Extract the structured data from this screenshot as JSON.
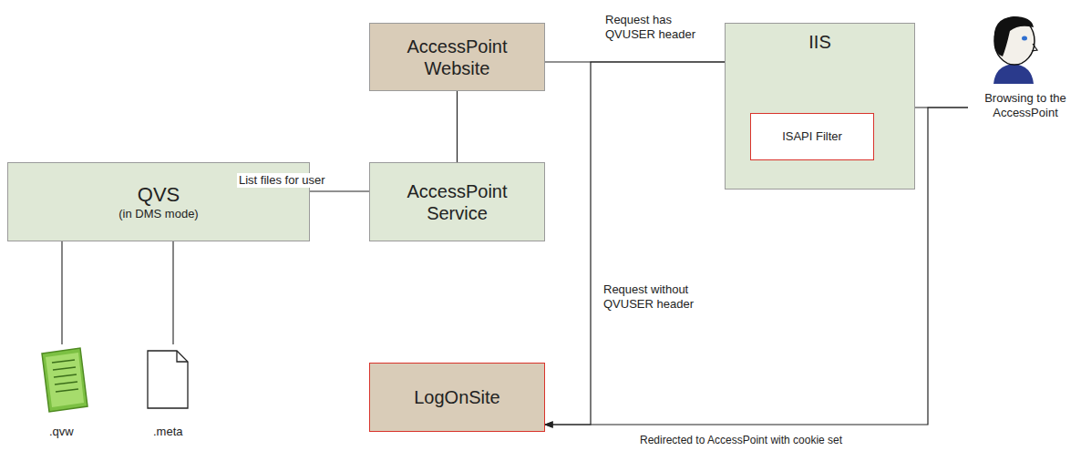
{
  "diagram": {
    "nodes": [
      {
        "text": [
          "AccessPoint Website"
        ]
      },
      {
        "text": [
          "IIS"
        ]
      },
      {
        "text": [
          "ISAPI Filter"
        ],
        "in": 1
      },
      {
        "text": [
          "Browsing to the AccessPoint"
        ]
      },
      {
        "text": [
          "QVS",
          "(in DMS mode)"
        ]
      },
      {
        "text": [
          "AccessPoint Service"
        ]
      },
      {
        "text": [
          "LogOnSite"
        ]
      }
    ],
    "edges": [
      {
        "from": 0,
        "to": 1,
        "label": "Request has QVUSER header",
        "arrow": "none"
      },
      {
        "from": 0,
        "to": 5,
        "arrow": "none"
      },
      {
        "from": 1,
        "to": 3,
        "arrow": "none"
      },
      {
        "from": 4,
        "to": 5,
        "label": "List files for user",
        "arrow": "none"
      },
      {
        "from": 1,
        "to": 6,
        "label": "Request without QVUSER header",
        "arrow": "to"
      },
      {
        "from": 3,
        "to": 6,
        "label": "Redirected to AccessPoint with cookie set",
        "arrow": "to"
      }
    ],
    "labels": [
      ".qvw",
      ".meta"
    ]
  }
}
